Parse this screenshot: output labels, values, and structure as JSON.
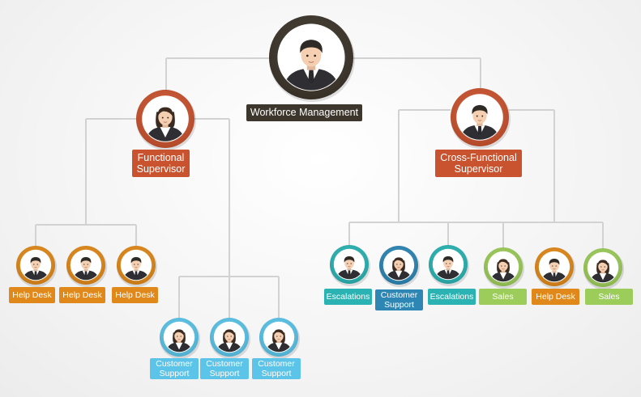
{
  "colors": {
    "root": "#3d362c",
    "functional": "#c9532f",
    "help_desk": "#e0891a",
    "customer_support": "#5bc4e8",
    "escalations": "#2bb3b3",
    "customer_support_alt": "#2e86b5",
    "sales": "#9ccc5a",
    "line": "#d2d2d2"
  },
  "nodes": {
    "root": {
      "label": "Workforce Management",
      "gender": "male"
    },
    "functional_supervisor": {
      "label": "Functional Supervisor",
      "gender": "female"
    },
    "cross_functional_supervisor": {
      "label": "Cross-Functional Supervisor",
      "gender": "male"
    },
    "left_team": [
      {
        "label": "Help Desk",
        "gender": "male"
      },
      {
        "label": "Help Desk",
        "gender": "male"
      },
      {
        "label": "Help Desk",
        "gender": "male"
      }
    ],
    "support_team": [
      {
        "label": "Customer Support",
        "gender": "female"
      },
      {
        "label": "Customer Support",
        "gender": "female"
      },
      {
        "label": "Customer Support",
        "gender": "female"
      }
    ],
    "right_team": [
      {
        "label": "Escalations",
        "gender": "male"
      },
      {
        "label": "Customer Support",
        "gender": "female"
      },
      {
        "label": "Escalations",
        "gender": "male"
      },
      {
        "label": "Sales",
        "gender": "female"
      },
      {
        "label": "Help Desk",
        "gender": "male"
      },
      {
        "label": "Sales",
        "gender": "female"
      }
    ]
  }
}
